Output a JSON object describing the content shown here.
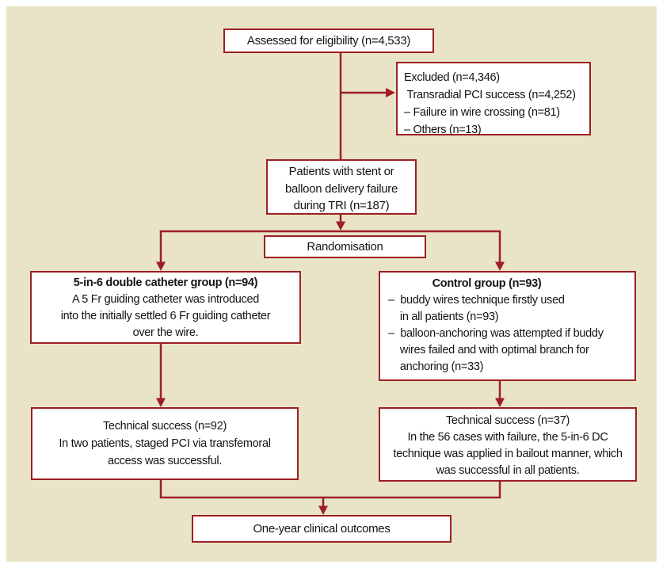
{
  "diagram": {
    "title": "Study flow diagram",
    "colors": {
      "accent": "#9d1f24",
      "background": "#e9e4c8",
      "box_fill": "#ffffff",
      "text": "#141414"
    },
    "boxes": {
      "assessed": {
        "text": "Assessed for eligibility (n=4,533)"
      },
      "excluded": {
        "lines": [
          "Excluded (n=4,346)",
          " Transradial PCI success (n=4,252)",
          "– Failure in wire crossing (n=81)",
          "– Others (n=13)"
        ]
      },
      "patients": {
        "lines": [
          "Patients with stent or",
          "balloon delivery failure",
          "during TRI (n=187)"
        ]
      },
      "randomisation": {
        "text": "Randomisation"
      },
      "group_left": {
        "title": "5-in-6 double catheter group (n=94)",
        "lines": [
          "A 5 Fr guiding catheter was introduced",
          "into the initially settled 6 Fr guiding catheter",
          "over the wire."
        ]
      },
      "group_right": {
        "title": "Control group (n=93)",
        "lines": [
          "–  buddy wires technique firstly used",
          "    in all patients (n=93)",
          "–  balloon-anchoring was attempted if buddy",
          "    wires failed and with optimal branch for",
          "    anchoring (n=33)"
        ]
      },
      "tech_left": {
        "lines": [
          "Technical success (n=92)",
          "In two patients, staged PCI via transfemoral",
          "access was successful."
        ]
      },
      "tech_right": {
        "lines": [
          "Technical success (n=37)",
          "In the 56 cases with failure, the 5-in-6 DC",
          "technique was applied in bailout manner, which",
          "was successful in all patients."
        ]
      },
      "outcomes": {
        "text": "One-year clinical outcomes"
      }
    }
  }
}
